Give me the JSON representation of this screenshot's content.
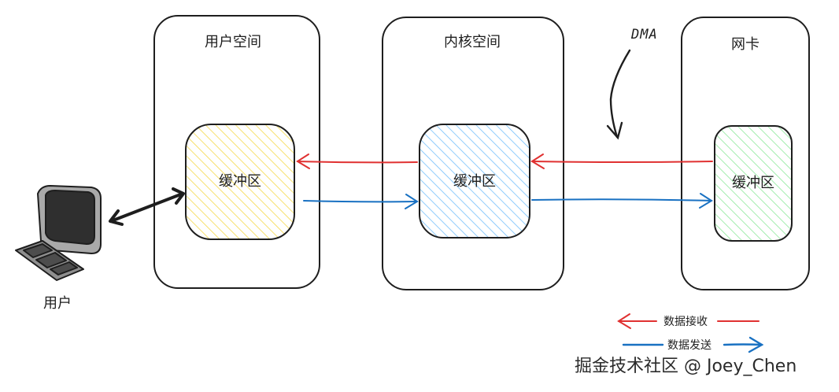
{
  "regions": {
    "user_space": "用户空间",
    "kernel_space": "内核空间",
    "nic": "网卡"
  },
  "buffers": {
    "user_buffer": "缓冲区",
    "kernel_buffer": "缓冲区",
    "nic_buffer": "缓冲区"
  },
  "user_label": "用户",
  "dma_label": "DMA",
  "legend": {
    "receive": "数据接收",
    "send": "数据发送"
  },
  "watermark": "掘金技术社区 @ Joey_Chen",
  "colors": {
    "receive": "#e03131",
    "send": "#1971c2",
    "user_buffer_hatch": "#f5d94a",
    "kernel_buffer_hatch": "#74c0fc",
    "nic_buffer_hatch": "#8ce99a",
    "stroke": "#1e1e1e"
  }
}
